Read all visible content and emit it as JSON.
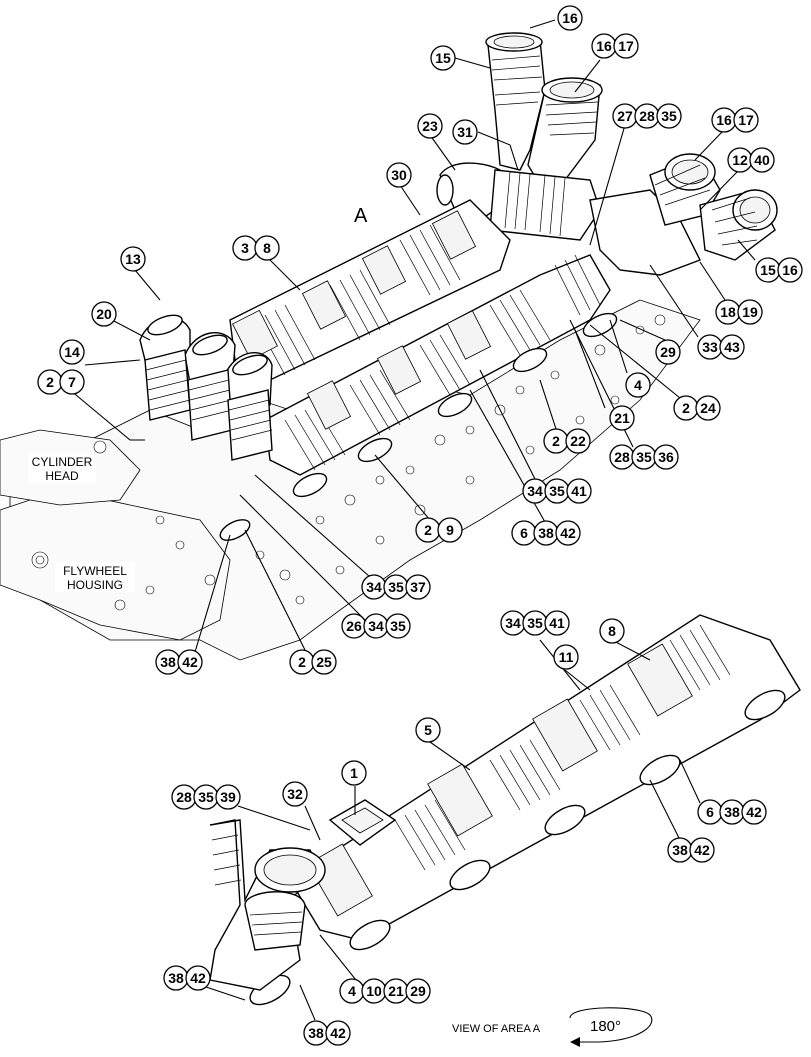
{
  "figure": {
    "area_label": "A",
    "view_caption": "VIEW OF AREA  A",
    "rotation_label": "180°",
    "text_labels": {
      "cylinder_head": [
        "CYLINDER",
        "HEAD"
      ],
      "flywheel_housing": [
        "FLYWHEEL",
        "HOUSING"
      ]
    }
  },
  "callouts": [
    {
      "id": "c-16-top",
      "numbers": [
        "16"
      ]
    },
    {
      "id": "c-15-top",
      "numbers": [
        "15"
      ]
    },
    {
      "id": "c-16-17-a",
      "numbers": [
        "16",
        "17"
      ]
    },
    {
      "id": "c-23",
      "numbers": [
        "23"
      ]
    },
    {
      "id": "c-31",
      "numbers": [
        "31"
      ]
    },
    {
      "id": "c-27-28-35",
      "numbers": [
        "27",
        "28",
        "35"
      ]
    },
    {
      "id": "c-16-17-b",
      "numbers": [
        "16",
        "17"
      ]
    },
    {
      "id": "c-12-40",
      "numbers": [
        "12",
        "40"
      ]
    },
    {
      "id": "c-30",
      "numbers": [
        "30"
      ]
    },
    {
      "id": "c-3-8",
      "numbers": [
        "3",
        "8"
      ]
    },
    {
      "id": "c-13",
      "numbers": [
        "13"
      ]
    },
    {
      "id": "c-20",
      "numbers": [
        "20"
      ]
    },
    {
      "id": "c-14",
      "numbers": [
        "14"
      ]
    },
    {
      "id": "c-2-7",
      "numbers": [
        "2",
        "7"
      ]
    },
    {
      "id": "c-15-16",
      "numbers": [
        "15",
        "16"
      ]
    },
    {
      "id": "c-18-19",
      "numbers": [
        "18",
        "19"
      ]
    },
    {
      "id": "c-33-43",
      "numbers": [
        "33",
        "43"
      ]
    },
    {
      "id": "c-29-top",
      "numbers": [
        "29"
      ]
    },
    {
      "id": "c-4-top",
      "numbers": [
        "4"
      ]
    },
    {
      "id": "c-2-24",
      "numbers": [
        "2",
        "24"
      ]
    },
    {
      "id": "c-21",
      "numbers": [
        "21"
      ]
    },
    {
      "id": "c-2-22",
      "numbers": [
        "2",
        "22"
      ]
    },
    {
      "id": "c-28-35-36",
      "numbers": [
        "28",
        "35",
        "36"
      ]
    },
    {
      "id": "c-34-35-41-top",
      "numbers": [
        "34",
        "35",
        "41"
      ]
    },
    {
      "id": "c-2-9",
      "numbers": [
        "2",
        "9"
      ]
    },
    {
      "id": "c-6-38-42-top",
      "numbers": [
        "6",
        "38",
        "42"
      ]
    },
    {
      "id": "c-34-35-37",
      "numbers": [
        "34",
        "35",
        "37"
      ]
    },
    {
      "id": "c-26-34-35",
      "numbers": [
        "26",
        "34",
        "35"
      ]
    },
    {
      "id": "c-38-42-left",
      "numbers": [
        "38",
        "42"
      ]
    },
    {
      "id": "c-2-25",
      "numbers": [
        "2",
        "25"
      ]
    },
    {
      "id": "c-34-35-41-bottom",
      "numbers": [
        "34",
        "35",
        "41"
      ]
    },
    {
      "id": "c-8-bottom",
      "numbers": [
        "8"
      ]
    },
    {
      "id": "c-11",
      "numbers": [
        "11"
      ]
    },
    {
      "id": "c-5",
      "numbers": [
        "5"
      ]
    },
    {
      "id": "c-1",
      "numbers": [
        "1"
      ]
    },
    {
      "id": "c-28-35-39",
      "numbers": [
        "28",
        "35",
        "39"
      ]
    },
    {
      "id": "c-32",
      "numbers": [
        "32"
      ]
    },
    {
      "id": "c-6-38-42-bottom",
      "numbers": [
        "6",
        "38",
        "42"
      ]
    },
    {
      "id": "c-38-42-mid",
      "numbers": [
        "38",
        "42"
      ]
    },
    {
      "id": "c-4-10-21-29",
      "numbers": [
        "4",
        "10",
        "21",
        "29"
      ]
    },
    {
      "id": "c-38-42-bl",
      "numbers": [
        "38",
        "42"
      ]
    },
    {
      "id": "c-38-42-bc",
      "numbers": [
        "38",
        "42"
      ]
    }
  ]
}
